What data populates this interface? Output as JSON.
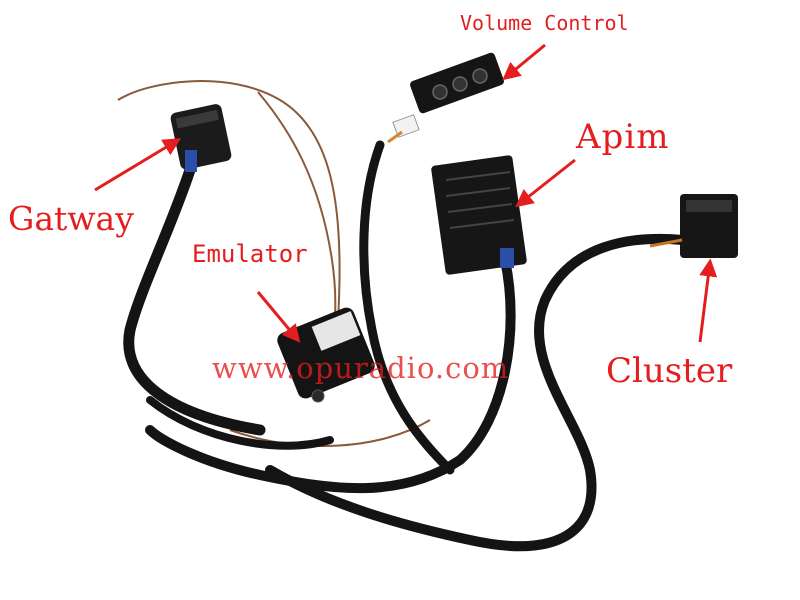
{
  "labels": {
    "volume_control": "Volume Control",
    "apim": "Apim",
    "gatway": "Gatway",
    "emulator": "Emulator",
    "cluster": "Cluster"
  },
  "watermark": "www.opuradio.com",
  "colors": {
    "label_red": "#e41e1e",
    "cable_black": "#141414",
    "wire_brown": "#8a5a3a",
    "background": "#ffffff"
  },
  "icons": {
    "arrow": "red-arrow-icon",
    "module_button": "tactile-button-icon"
  }
}
